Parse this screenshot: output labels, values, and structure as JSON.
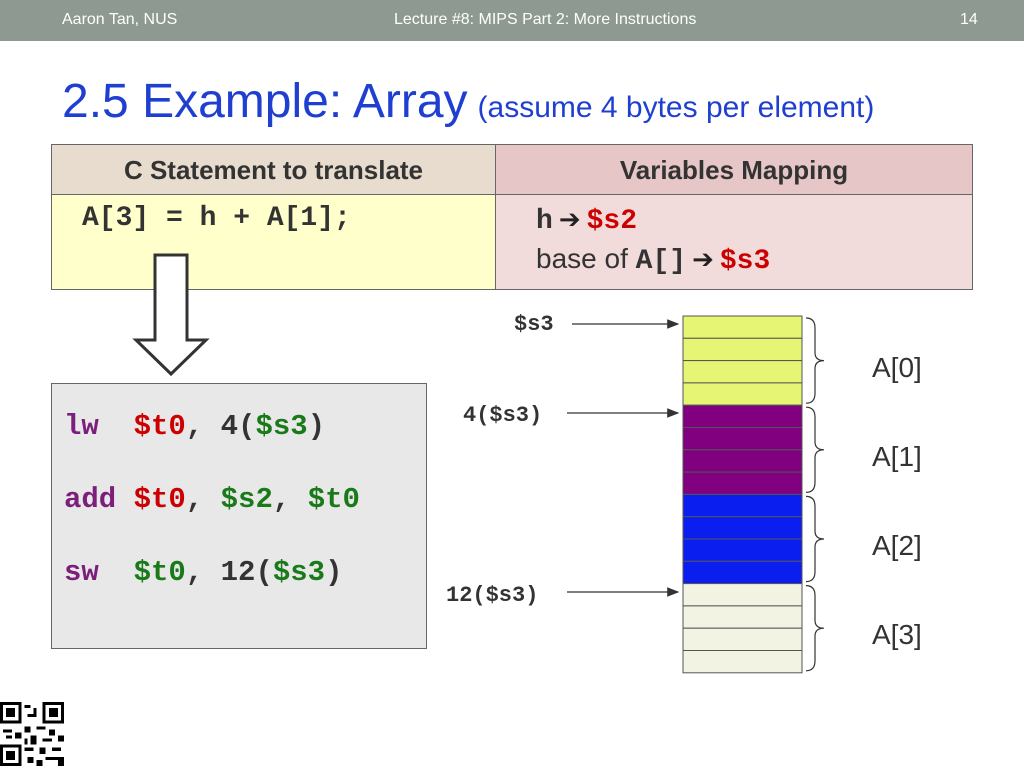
{
  "header": {
    "author": "Aaron Tan, NUS",
    "lecture": "Lecture #8: MIPS Part 2: More Instructions",
    "page": "14"
  },
  "title": {
    "main": "2.5 Example: Array",
    "sub": "(assume 4 bytes per element)"
  },
  "table": {
    "col1_header": "C Statement to translate",
    "col2_header": "Variables Mapping",
    "c_statement": "A[3] = h + A[1];",
    "mapping": {
      "row1": {
        "var": "h",
        "reg": "$s2"
      },
      "row2": {
        "prefix": "base of",
        "var": "A[]",
        "reg": "$s3"
      }
    }
  },
  "code": {
    "line1": {
      "op": "lw",
      "a1": "$t0",
      "sep1": ",",
      "offset": "4(",
      "a2": "$s3",
      "close": ")"
    },
    "line2": {
      "op": "add",
      "a1": "$t0",
      "sep1": ",",
      "a2": "$s2",
      "sep2": ",",
      "a3": "$t0"
    },
    "line3": {
      "op": "sw",
      "a1": "$t0",
      "sep1": ",",
      "offset": "12(",
      "a2": "$s3",
      "close": ")"
    }
  },
  "memory": {
    "pointers": [
      "$s3",
      "4($s3)",
      "12($s3)"
    ],
    "elements": [
      {
        "label": "A[0]",
        "color": "#e6f573"
      },
      {
        "label": "A[1]",
        "color": "#800080"
      },
      {
        "label": "A[2]",
        "color": "#0a1ef0"
      },
      {
        "label": "A[3]",
        "color": "#f3f3e3"
      }
    ]
  },
  "colors": {
    "title": "#1f3fd0",
    "register_red": "#cc0000",
    "opcode_purple": "#7b1f7b",
    "register_green": "#1a7a1a",
    "header_bg": "#8e9a91"
  }
}
